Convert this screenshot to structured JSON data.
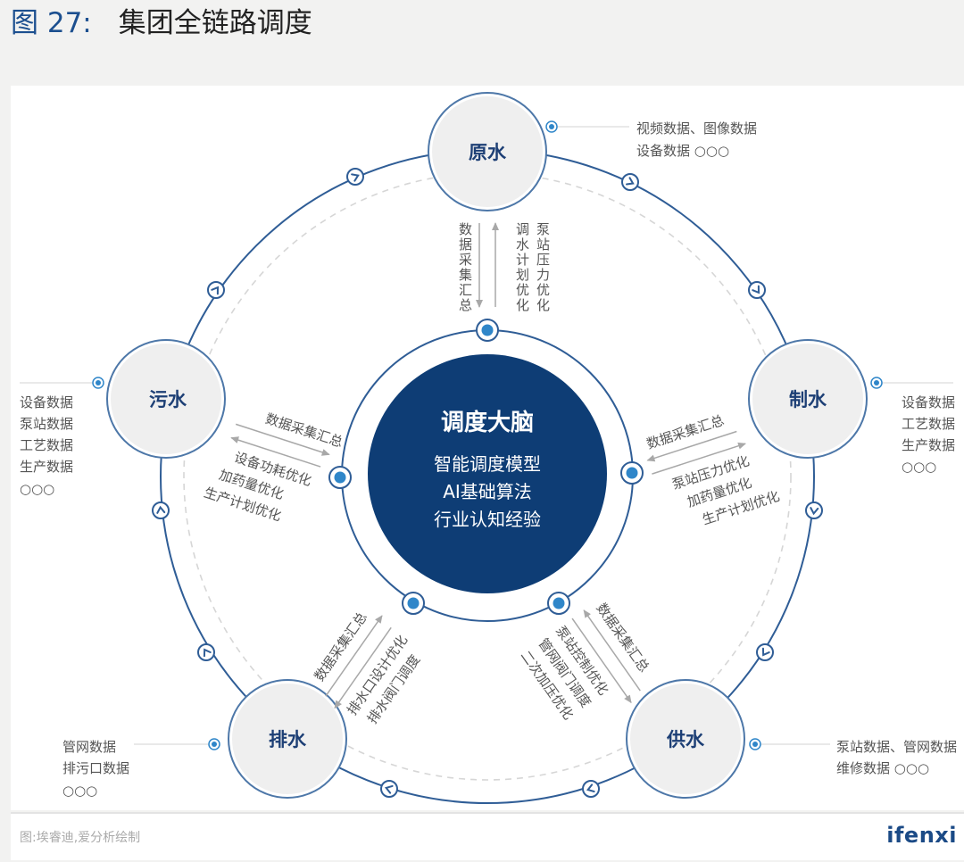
{
  "header": {
    "figure_label": "图 27:",
    "title": "集团全链路调度"
  },
  "colors": {
    "brand_blue": "#1c4f8f",
    "center_fill": "#0e3d75",
    "ring_stroke": "#2f5d96",
    "dot_fill": "#2f86c9"
  },
  "center": {
    "title": "调度大脑",
    "lines": [
      "智能调度模型",
      "AI基础算法",
      "行业认知经验"
    ]
  },
  "nodes": [
    {
      "id": "raw",
      "label": "原水",
      "data_items": [
        "视频数据、图像数据",
        "设备数据  ○○○"
      ]
    },
    {
      "id": "make",
      "label": "制水",
      "data_items": [
        "设备数据",
        "工艺数据",
        "生产数据",
        "○○○"
      ]
    },
    {
      "id": "supply",
      "label": "供水",
      "data_items": [
        "泵站数据、管网数据",
        "维修数据  ○○○"
      ]
    },
    {
      "id": "drain",
      "label": "排水",
      "data_items": [
        "管网数据",
        "排污口数据",
        "○○○"
      ]
    },
    {
      "id": "sewage",
      "label": "污水",
      "data_items": [
        "设备数据",
        "泵站数据",
        "工艺数据",
        "生产数据",
        "○○○"
      ]
    }
  ],
  "flows": {
    "raw": {
      "up": "数据采集汇总",
      "down": [
        "调水计划优化",
        "泵站压力优化"
      ]
    },
    "make": {
      "up": "数据采集汇总",
      "down": [
        "泵站压力优化",
        "加药量优化",
        "生产计划优化"
      ]
    },
    "supply": {
      "up": "数据采集汇总",
      "down": [
        "泵站控制优化",
        "管网阀门调度",
        "二次加压优化"
      ]
    },
    "drain": {
      "up": "数据采集汇总",
      "down": [
        "排水口设计优化",
        "排水阀门调度"
      ]
    },
    "sewage": {
      "up": "数据采集汇总",
      "down": [
        "设备功耗优化",
        "加药量优化",
        "生产计划优化"
      ]
    }
  },
  "footer": {
    "source": "图:埃睿迪,爱分析绘制",
    "logo": "ifenxi"
  }
}
